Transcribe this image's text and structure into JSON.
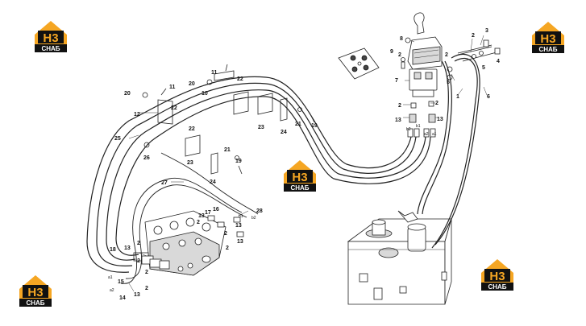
{
  "brand": {
    "logo_top": "H3",
    "logo_bottom": "CHAБ",
    "orange": "#F5A623",
    "black": "#111111"
  },
  "callouts": [
    "1",
    "2",
    "3",
    "4",
    "5",
    "6",
    "7",
    "8",
    "9",
    "10",
    "11",
    "12",
    "13",
    "14",
    "15",
    "16",
    "17",
    "18",
    "19",
    "20",
    "21",
    "22",
    "23",
    "24",
    "25",
    "26",
    "27",
    "28"
  ],
  "port_labels": [
    "a1",
    "a2",
    "b1",
    "b2",
    "a1",
    "a2",
    "b1",
    "b2"
  ],
  "icons": [
    "joystick-icon",
    "control-valve-icon",
    "hydraulic-tank-icon",
    "bracket-icon",
    "bolt-icon",
    "quad-pattern-icon"
  ]
}
